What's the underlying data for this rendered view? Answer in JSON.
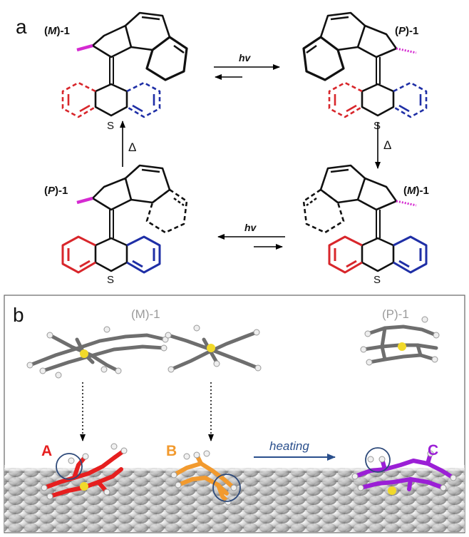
{
  "panel_a": {
    "label": "a",
    "molecules": {
      "top_left": {
        "prefix": "(",
        "chir": "M",
        "suffix": ")-1"
      },
      "top_right": {
        "prefix": "(",
        "chir": "P",
        "suffix": ")-1"
      },
      "bottom_left": {
        "prefix": "(",
        "chir": "P",
        "suffix": ")-1"
      },
      "bottom_right": {
        "prefix": "(",
        "chir": "M",
        "suffix": ")-1"
      }
    },
    "atom_label": "S",
    "photo_label": "hv",
    "thermal_label": "Δ"
  },
  "panel_b": {
    "label": "b",
    "top_labels": [
      "(M)-1",
      "(P)-1"
    ],
    "species": [
      "A",
      "B",
      "C"
    ],
    "arrow_label": "heating"
  },
  "colors": {
    "red": "#d8262b",
    "blue": "#1f2fa6",
    "magenta": "#d52ad1",
    "A": "#e61f1f",
    "B": "#f29a2e",
    "C": "#9b1fd6",
    "gray_label": "#9a9a9a",
    "heating": "#2a4f8c",
    "circle": "#2e4a7a"
  }
}
